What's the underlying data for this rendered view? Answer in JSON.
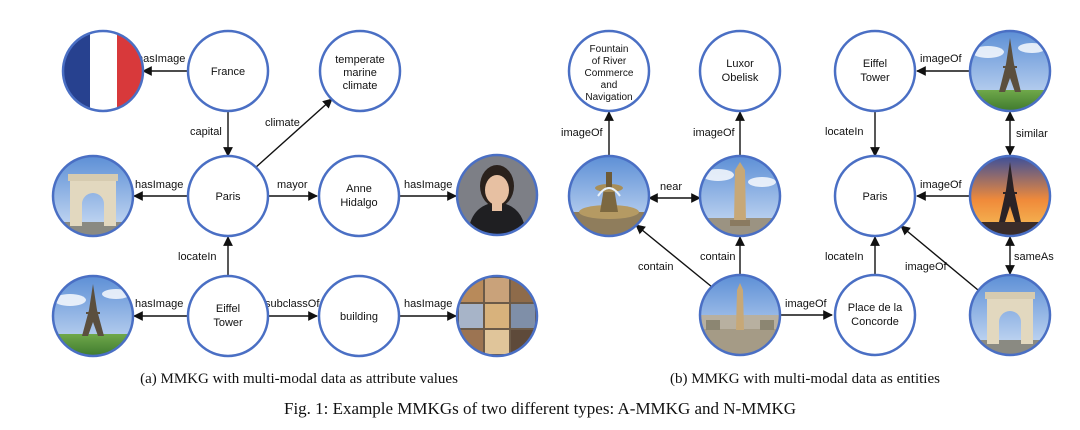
{
  "diagram_a": {
    "caption": "(a) MMKG with multi-modal data as attribute values",
    "nodes": {
      "france": [
        "France"
      ],
      "temperate": [
        "temperate",
        "marine",
        "climate"
      ],
      "paris": [
        "Paris"
      ],
      "anne": [
        "Anne",
        "Hidalgo"
      ],
      "eiffel": [
        "Eiffel",
        "Tower"
      ],
      "building": [
        "building"
      ]
    },
    "edges": {
      "hasimage_france": "hasImage",
      "capital": "capital",
      "climate": "climate",
      "hasimage_paris": "hasImage",
      "mayor": "mayor",
      "hasimage_anne": "hasImage",
      "locatein": "locateIn",
      "hasimage_eiffel": "hasImage",
      "subclassof": "subclassOf",
      "hasimage_building": "hasImage"
    }
  },
  "diagram_b": {
    "caption": "(b) MMKG with multi-modal data as entities",
    "nodes": {
      "fountain": [
        "Fountain",
        "of River",
        "Commerce",
        "and",
        "Navigation"
      ],
      "luxor": [
        "Luxor",
        "Obelisk"
      ],
      "eiffel": [
        "Eiffel",
        "Tower"
      ],
      "paris": [
        "Paris"
      ],
      "concorde": [
        "Place de la",
        "Concorde"
      ]
    },
    "edges": {
      "imageof_fountain": "imageOf",
      "imageof_luxor": "imageOf",
      "near": "near",
      "contain_left": "contain",
      "contain_mid": "contain",
      "imageof_concorde": "imageOf",
      "imageof_eiffel": "imageOf",
      "locatein_eiffel": "locateIn",
      "locatein_concorde": "locateIn",
      "similar": "similar",
      "imageof_paris_sunset": "imageOf",
      "imageof_paris_arc": "imageOf",
      "sameas": "sameAs"
    }
  },
  "figure_caption": "Fig. 1: Example MMKGs of two different types: A-MMKG and N-MMKG",
  "colors": {
    "node_stroke": "#4a6fc4",
    "flag_blue": "#27418f",
    "flag_red": "#d8393b",
    "sky": "#8fb6e6"
  }
}
